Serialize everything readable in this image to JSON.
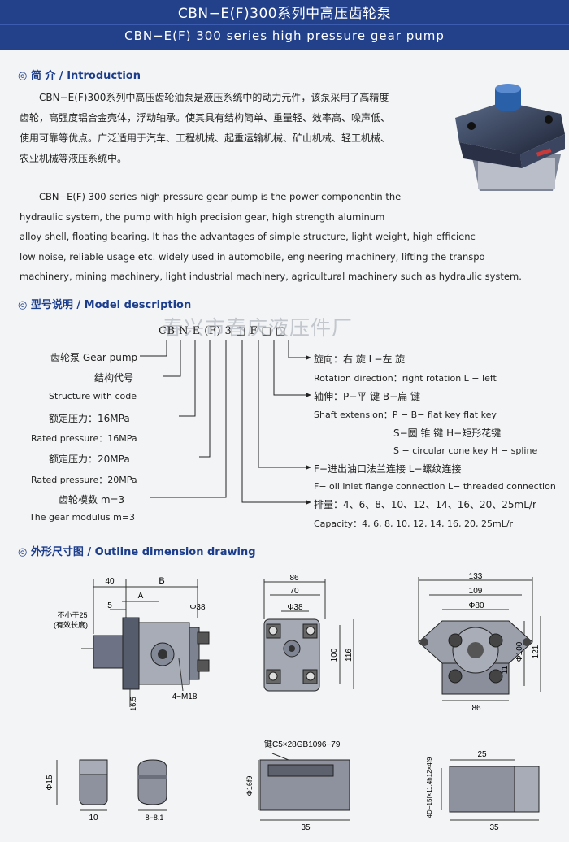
{
  "header": {
    "title_cn": "CBN−E(F)300系列中高压齿轮泵",
    "title_en": "CBN−E(F)  300  series  high  pressure  gear  pump"
  },
  "intro": {
    "heading": "◎ 简  介 / Introduction",
    "cn_lines": [
      "CBN−E(F)300系列中高压齿轮油泵是液压系统中的动力元件，该泵采用了高精度",
      "齿轮，高强度铝合金壳体，浮动轴承。使其具有结构简单、重量轻、效率高、噪声低、",
      "使用可靠等优点。广泛适用于汽车、工程机械、起重运输机械、矿山机械、轻工机械、",
      "农业机械等液压系统中。"
    ],
    "en_lines": [
      "CBN−E(F) 300 series high pressure gear pump is the power componentin the",
      "hydraulic system, the pump with high precision gear, high strength aluminum",
      "alloy shell, floating bearing. It has the advantages of simple structure, light weight, high efficienc",
      "low noise, reliable usage etc. widely used in automobile, engineering machinery, lifting the transpo",
      "machinery, mining machinery, light industrial machinery, agricultural machinery such as hydraulic system."
    ]
  },
  "model": {
    "heading": "◎ 型号说明 / Model description",
    "watermark": "春兴市春庆液压件厂",
    "code": "CB N E (F) 3 □ F □ □",
    "left": [
      "齿轮泵 Gear pump",
      "结构代号",
      "Structure with code",
      "额定压力：16MPa",
      "Rated pressure：16MPa",
      "额定压力：20MPa",
      "Rated pressure：20MPa",
      "齿轮模数   m=3",
      "The gear modulus m=3"
    ],
    "right": [
      "旋向：右  旋                   L−左 旋",
      "Rotation direction：right rotation      L − left",
      "轴伸：P−平      键     B−扁      键",
      "Shaft extension：P − B− flat key flat key",
      "S−圆 锥 键      H−矩形花键",
      "S − circular cone key H − spline",
      "F−进出油口法兰连接                L−螺纹连接",
      "F− oil inlet flange connection   L− threaded connection",
      "排量：4、6、8、10、12、14、16、20、25mL/r",
      "Capacity：4, 6, 8, 10, 12, 14, 16, 20, 25mL/r"
    ]
  },
  "outline": {
    "heading": "◎ 外形尺寸图 / Outline dimension drawing",
    "side": {
      "d40": "40",
      "dB": "B",
      "dA": "A",
      "d5": "5",
      "note1": "不小于25",
      "note2": "(有效长度)",
      "phi38": "Φ38",
      "m18": "4−M18",
      "d165": "16.5"
    },
    "front": {
      "d86": "86",
      "d70": "70",
      "phi38": "Φ38",
      "d100": "100",
      "d116": "116"
    },
    "flange": {
      "d133": "133",
      "d109": "109",
      "phi80": "Φ80",
      "phi100": "Φ100",
      "d11": "11",
      "d121": "121",
      "d86": "86"
    },
    "shafts": {
      "a": {
        "phi15": "Φ15",
        "d10": "10",
        "d8": "8−8.1"
      },
      "b": {
        "key": "键C5×28GB1096−79",
        "phi16": "Φ16f9",
        "d35": "35"
      },
      "c": {
        "d25": "25",
        "spline": "4D−15f×11.4h12×4f9",
        "d35": "35"
      }
    }
  }
}
